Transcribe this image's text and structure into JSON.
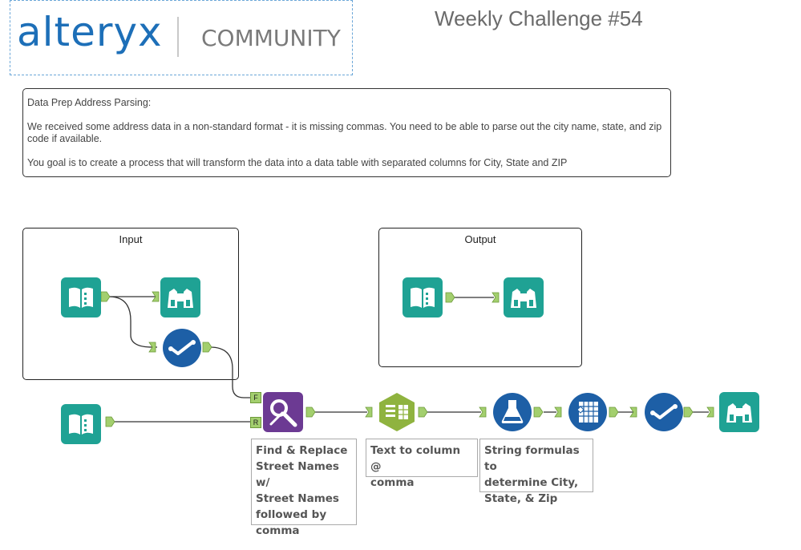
{
  "logo": {
    "wordmark": "alteryx",
    "community": "COMMUNITY"
  },
  "title": "Weekly Challenge #54",
  "description": {
    "heading": "Data Prep Address Parsing:",
    "paragraph1": "We received some address data in a non-standard format - it is missing commas.   You need to be able to parse out the city name, state, and zip code if available.",
    "paragraph2": "You goal is to create a process that will transform the data into a data table with separated columns for City, State and ZIP"
  },
  "containers": {
    "input": {
      "title": "Input"
    },
    "output": {
      "title": "Output"
    }
  },
  "anchors": {
    "find": "F",
    "replace": "R"
  },
  "annotations": {
    "find_replace": [
      "Find & Replace",
      "Street Names w/",
      "Street Names",
      "followed by",
      "comma"
    ],
    "text_to_column": [
      "Text to column @",
      "comma"
    ],
    "formula": [
      "String formulas to",
      "determine City,",
      "State, & Zip"
    ]
  },
  "tools": {
    "input_icon": "input-data-book-icon",
    "browse_icon": "browse-binoculars-icon",
    "select_icon": "select-check-icon",
    "find_replace_icon": "find-replace-icon",
    "text_to_columns_icon": "text-to-columns-icon",
    "formula_icon": "formula-flask-icon",
    "multi_field_formula_icon": "multi-field-formula-icon"
  },
  "colors": {
    "teal": "#1fa294",
    "navy": "#1d5fa6",
    "purple": "#6c3a93",
    "olive": "#8fb33f",
    "connector": "#333333",
    "anchor": "#9acd6a"
  }
}
